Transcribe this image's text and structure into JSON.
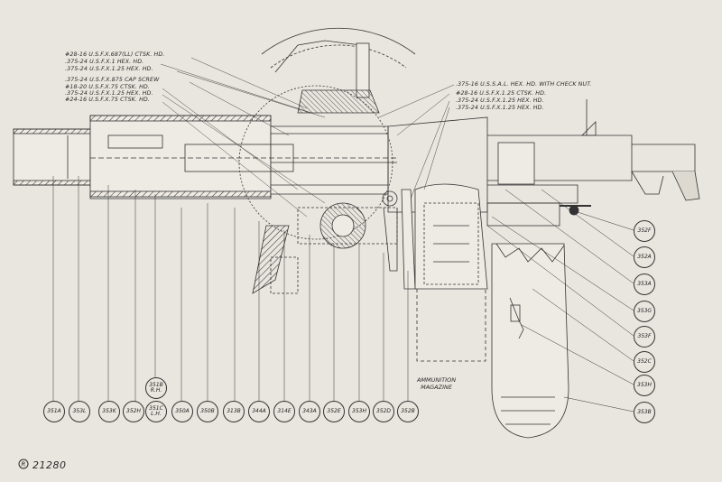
{
  "drawing": {
    "plate_number": "21280",
    "plate_symbol": "registered-mark-icon",
    "ammunition_label": [
      "AMMUNITION",
      "MAGAZINE"
    ],
    "left_callouts": [
      "#28-16 U.S.F.X.687(LL) CTSK. HD.",
      ".375-24 U.S.F.X.1   HEX. HD.",
      ".375-24 U.S.F.X.1.25 HEX. HD.",
      ".375-24 U.S.F.X.875 CAP SCREW",
      "#18-20 U.S.F.X.75 CTSK. HD.",
      ".375-24 U.S.F.X.1.25 HEX. HD.",
      "#24-16 U.S.F.X.75 CTSK. HD."
    ],
    "right_callouts": [
      ".375-16 U.S.S.A.L. HEX. HD. WITH CHECK NUT.",
      "#28-16 U.S.F.X.1.25 CTSK. HD.",
      ".375-24 U.S.F.X.1.25 HEX. HD.",
      ".375-24 U.S.F.X.1.25 HEX. HD."
    ],
    "bottom_bubbles": [
      "351A",
      "353L",
      "353K",
      "352H",
      "351C L.H.",
      "350A",
      "350B",
      "313B",
      "344A",
      "314E",
      "343A",
      "352E",
      "353H",
      "352D",
      "352B"
    ],
    "stacked_bubble": "351B R.H.",
    "right_bubbles": [
      "352F",
      "352A",
      "353A",
      "353G",
      "353F",
      "352C",
      "353H",
      "353B"
    ]
  }
}
